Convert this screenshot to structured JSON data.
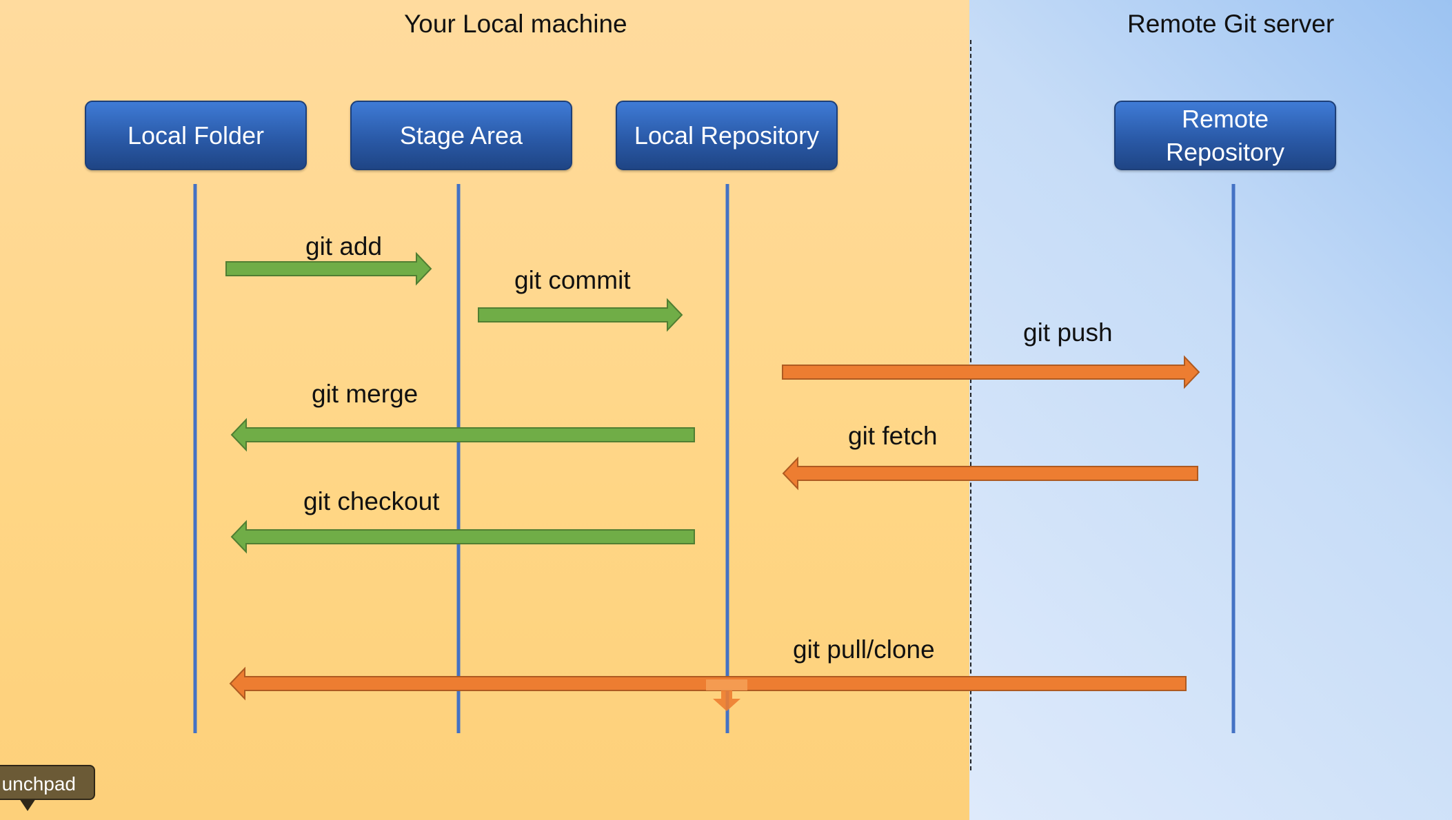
{
  "regions": {
    "local": {
      "title": "Your Local machine"
    },
    "remote": {
      "title": "Remote Git server"
    }
  },
  "nodes": {
    "local_folder": "Local Folder",
    "stage_area": "Stage Area",
    "local_repository": "Local Repository",
    "remote_repository": "Remote Repository"
  },
  "arrows": {
    "git_add": "git add",
    "git_commit": "git commit",
    "git_push": "git push",
    "git_merge": "git merge",
    "git_fetch": "git fetch",
    "git_checkout": "git checkout",
    "git_pull_clone": "git pull/clone"
  },
  "tooltip": {
    "label": "unchpad"
  },
  "colors": {
    "local_bg": "#ffd685",
    "remote_bg": "#c6dcf7",
    "node_fill": "#2a5aa8",
    "lifeline": "#4472c4",
    "green_arrow": "#70ad47",
    "orange_arrow": "#ed7d31"
  }
}
